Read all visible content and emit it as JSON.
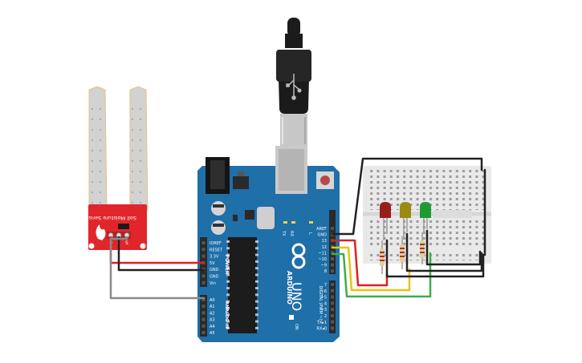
{
  "colors": {
    "board": "#1f6fa8",
    "board_dark": "#175d8e",
    "header": "#2a2a2a",
    "sensor_pcb": "#e0262a",
    "sensor_probe": "#d2d2d2",
    "breadboard": "#e9e9e9",
    "led_red": "#9a1c1c",
    "led_yellow": "#9a8a14",
    "led_green": "#1e9a32",
    "wire_red": "#e02020",
    "wire_black": "#222222",
    "wire_gray": "#8a8a8a",
    "wire_yellow": "#e8c30f",
    "wire_green": "#3cb043",
    "usb": "#1b1b1b"
  },
  "sensor": {
    "label": "Soil Moisture Sensor",
    "pins": [
      "+",
      "-",
      "S"
    ]
  },
  "arduino": {
    "brand": "ARDUINO",
    "model": "UNO",
    "power_label": "POWER",
    "analog_label": "ANALOG IN",
    "digital_label": "DIGITAL (PWM ~)",
    "on_label": "ON",
    "left_pins": [
      "IOREF",
      "RESET",
      "3.3V",
      "5V",
      "GND",
      "GND",
      "Vin"
    ],
    "analog_pins": [
      "A0",
      "A1",
      "A2",
      "A3",
      "A4",
      "A5"
    ],
    "digital_top_pins": [
      "AREF",
      "GND",
      "13",
      "12",
      "~11",
      "~10",
      "~9",
      "8"
    ],
    "digital_bottom_pins": [
      "7",
      "~6",
      "~5",
      "4",
      "~3",
      "2",
      "TX▸1",
      "RX◂0"
    ],
    "tx_label": "TX",
    "rx_label": "RX",
    "l_label": "L"
  },
  "icons": {
    "usb_plug": "usb-plug-icon",
    "logo": "infinity-logo-icon",
    "reset": "reset-button-icon",
    "leds": [
      "red-led-icon",
      "yellow-led-icon",
      "green-led-icon"
    ]
  }
}
